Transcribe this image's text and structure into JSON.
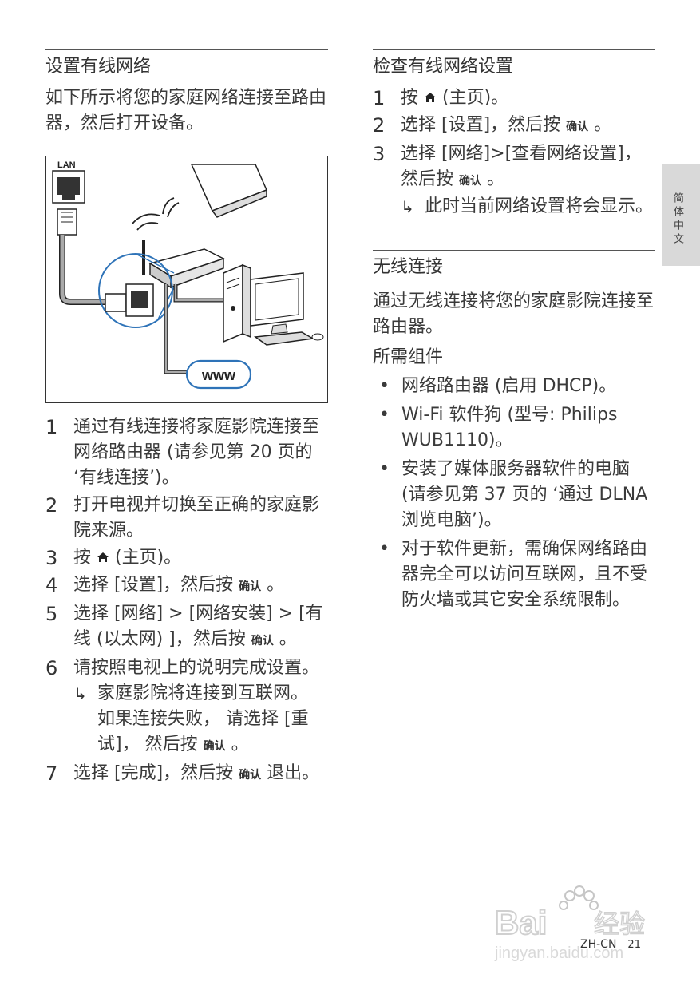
{
  "left": {
    "heading": "设置有线网络",
    "intro": "如下所示将您的家庭网络连接至路由器，然后打开设备。",
    "diagram": {
      "lan_label": "LAN",
      "www_label": "www"
    },
    "steps": [
      {
        "num": "1",
        "text": "通过有线连接将家庭影院连接至网络路由器 (请参见第 20 页的 ‘有线连接’)。"
      },
      {
        "num": "2",
        "text": "打开电视并切换至正确的家庭影院来源。"
      },
      {
        "num": "3",
        "pre": "按",
        "post": "(主页)。"
      },
      {
        "num": "4",
        "pre": "选择 [设置]，然后按",
        "btn": "确认",
        "post": "。"
      },
      {
        "num": "5",
        "pre": "选择 [网络] > [网络安装] > [有线 (以太网) ]，然后按",
        "btn": "确认",
        "post": "。"
      },
      {
        "num": "6",
        "text": "请按照电视上的说明完成设置。"
      },
      {
        "num": "7",
        "pre": "选择 [完成]，然后按",
        "btn": "确认",
        "post": "退出。"
      }
    ],
    "step6_result": {
      "pre": "家庭影院将连接到互联网。 如果连接失败， 请选择 [重试]， 然后按",
      "btn": "确认",
      "post": "。"
    }
  },
  "right": {
    "heading1": "检查有线网络设置",
    "steps": [
      {
        "num": "1",
        "pre": "按",
        "post": "(主页)。"
      },
      {
        "num": "2",
        "pre": "选择 [设置]，然后按",
        "btn": "确认",
        "post": "。"
      },
      {
        "num": "3",
        "pre": "选择 [网络]>[查看网络设置]，然后按",
        "btn": "确认",
        "post": "。"
      }
    ],
    "step3_result": "此时当前网络设置将会显示。",
    "heading2": "无线连接",
    "intro": "通过无线连接将您的家庭影院连接至路由器。",
    "subheading": "所需组件",
    "bullets": [
      "网络路由器 (启用 DHCP)。",
      "Wi-Fi 软件狗 (型号: Philips WUB1110)。",
      "安装了媒体服务器软件的电脑 (请参见第 37 页的 ‘通过 DLNA 浏览电脑’)。",
      "对于软件更新，需确保网络路由器完全可以访问互联网，且不受防火墙或其它安全系统限制。"
    ]
  },
  "side_tab": "简体中文",
  "footer": {
    "lang": "ZH-CN",
    "page": "21"
  },
  "watermark": {
    "brand": "Bai",
    "brand2": "经验",
    "url": "jingyan.baidu.com"
  }
}
